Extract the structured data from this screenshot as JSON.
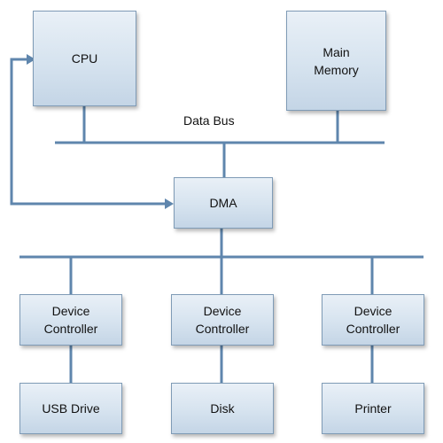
{
  "diagram": {
    "nodes": {
      "cpu": "CPU",
      "main_memory": "Main\nMemory",
      "dma": "DMA",
      "controller_1": "Device\nController",
      "controller_2": "Device\nController",
      "controller_3": "Device\nController",
      "usb_drive": "USB Drive",
      "disk": "Disk",
      "printer": "Printer"
    },
    "data_bus_label": "Data Bus"
  },
  "colors": {
    "line": "#5f86ad",
    "box_border": "#7f9bb6",
    "box_fill": "#d6e3ef"
  }
}
